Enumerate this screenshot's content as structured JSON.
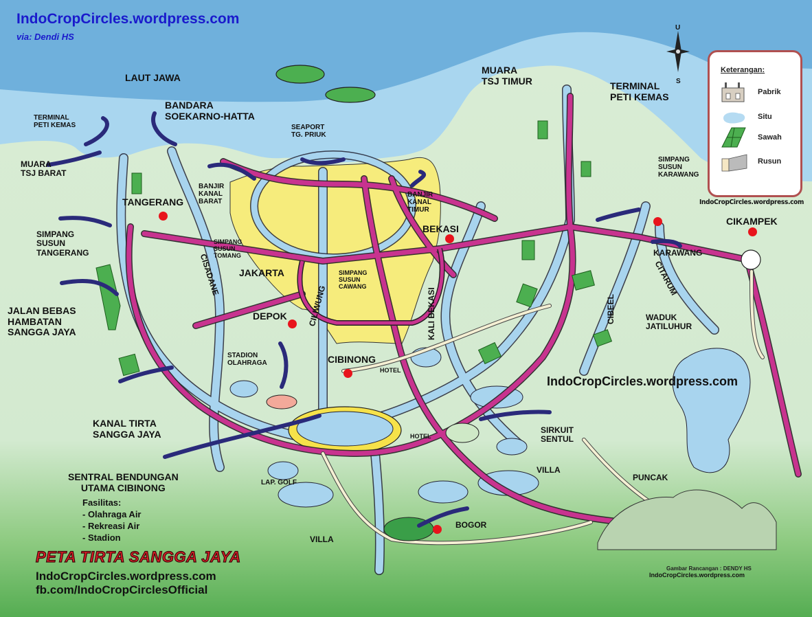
{
  "header": {
    "site_title": "IndoCropCircles.wordpress.com",
    "via": "via: Dendi HS"
  },
  "compass": {
    "north": "U",
    "south": "S"
  },
  "legend": {
    "title": "Keterangan:",
    "items": [
      {
        "label": "Pabrik",
        "icon": "factory-icon"
      },
      {
        "label": "Situ",
        "icon": "lake-icon"
      },
      {
        "label": "Sawah",
        "icon": "rice-field-icon"
      },
      {
        "label": "Rusun",
        "icon": "apartment-icon"
      }
    ],
    "watermark": "IndoCropCircles.wordpress.com"
  },
  "labels": {
    "laut_jawa": "LAUT JAWA",
    "terminal_peti_kemas_w": [
      "TERMINAL",
      "PETI KEMAS"
    ],
    "bandara": [
      "BANDARA",
      "SOEKARNO-HATTA"
    ],
    "seaport": [
      "SEAPORT",
      "TG. PRIUK"
    ],
    "muara_timur": [
      "MUARA",
      "TSJ TIMUR"
    ],
    "terminal_peti_kemas_e": [
      "TERMINAL",
      "PETI KEMAS"
    ],
    "muara_barat": [
      "MUARA",
      "TSJ BARAT"
    ],
    "tangerang": "TANGERANG",
    "banjir_barat": [
      "BANJIR",
      "KANAL",
      "BARAT"
    ],
    "banjir_timur": [
      "BANJIR",
      "KANAL",
      "TIMUR"
    ],
    "simpang_karawang": [
      "SIMPANG",
      "SUSUN",
      "KARAWANG"
    ],
    "simpang_tangerang": [
      "SIMPANG",
      "SUSUN",
      "TANGERANG"
    ],
    "simpang_tomang": [
      "SIMPANG",
      "SUSUN",
      "TOMANG"
    ],
    "simpang_cawang": [
      "SIMPANG",
      "SUSUN",
      "CAWANG"
    ],
    "jakarta": "JAKARTA",
    "bekasi": "BEKASI",
    "cikampek": "CIKAMPEK",
    "karawang": "KARAWANG",
    "citarum": "CITARUM",
    "cibeel": "CIBEEL",
    "cisadane": "CISADANE",
    "ciliwung": "CILIWUNG",
    "kali_bekasi": "KALI BEKASI",
    "waduk": [
      "WADUK",
      "JATILUHUR"
    ],
    "jalan_bebas": [
      "JALAN BEBAS",
      "HAMBATAN",
      "SANGGA JAYA"
    ],
    "depok": "DEPOK",
    "stadion": [
      "STADION",
      "OLAHRAGA"
    ],
    "cibinong": "CIBINONG",
    "hotel_1": "HOTEL",
    "hotel_2": "HOTEL",
    "kanal_tirta": [
      "KANAL TIRTA",
      "SANGGA JAYA"
    ],
    "sirkuit": [
      "SIRKUIT",
      "SENTUL"
    ],
    "villa_e": "VILLA",
    "villa_w": "VILLA",
    "sentral": [
      "SENTRAL BENDUNGAN",
      "UTAMA CIBINONG"
    ],
    "lap_golf": "LAP. GOLF",
    "puncak": "PUNCAK",
    "bogor": "BOGOR"
  },
  "facilities": {
    "heading": "Fasilitas:",
    "items": [
      "- Olahraga Air",
      "- Rekreasi Air",
      "- Stadion"
    ]
  },
  "watermark_mid": "IndoCropCircles.wordpress.com",
  "footer": {
    "map_title": "PETA TIRTA SANGGA JAYA",
    "site": "IndoCropCircles.wordpress.com",
    "fb": "fb.com/IndoCropCirclesOfficial",
    "credit": "Gambar Rancangan : DENDY HS",
    "credit_site": "IndoCropCircles.wordpress.com"
  },
  "colors": {
    "sea_deep": "#6fb0dc",
    "sea_shallow": "#a9d6ef",
    "land": "#d9ecd4",
    "jakarta": "#f6ec7c",
    "road": "#c8338f",
    "river": "#a8d4ee",
    "arrow": "#2a2a7a",
    "city_dot": "#e8141c",
    "legend_border": "#b05050",
    "title_red": "#e01d28",
    "brand_blue": "#1a1acc"
  }
}
